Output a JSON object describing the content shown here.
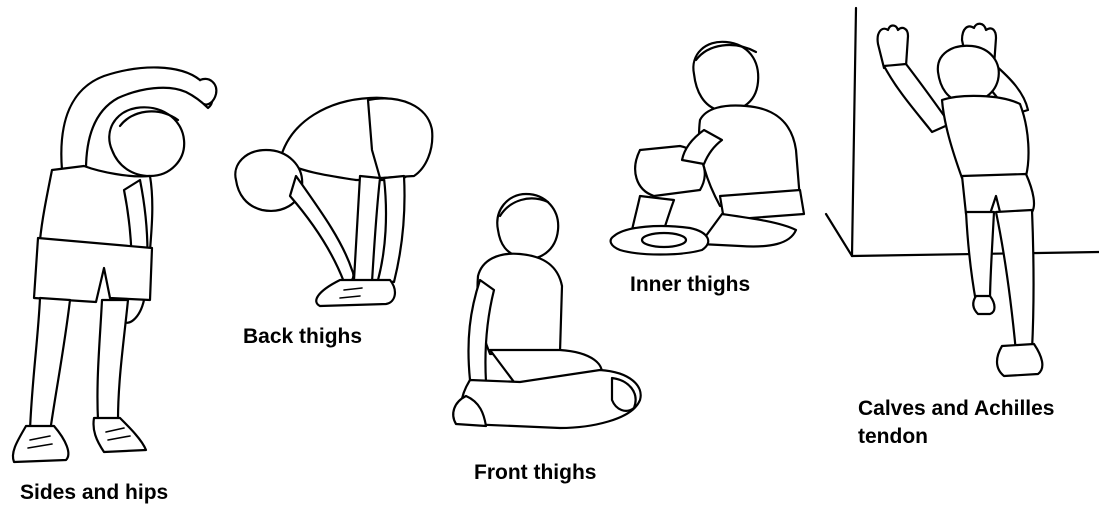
{
  "exercises": [
    {
      "label": "Sides and hips"
    },
    {
      "label": "Back thighs"
    },
    {
      "label": "Front thighs"
    },
    {
      "label": "Inner thighs"
    },
    {
      "label": "Calves and Achilles",
      "label_line2": "tendon"
    }
  ],
  "colors": {
    "line": "#000000",
    "background": "#ffffff"
  }
}
